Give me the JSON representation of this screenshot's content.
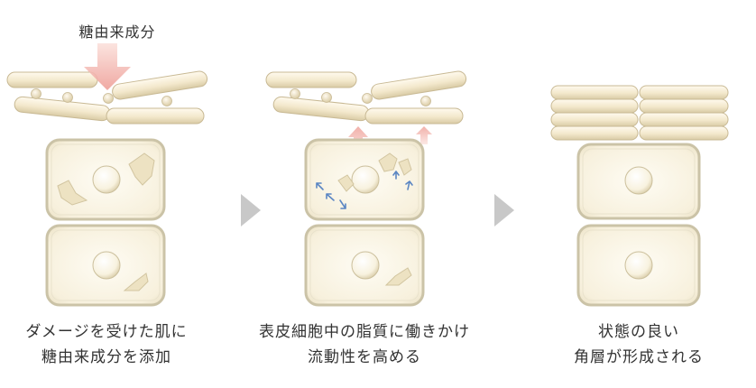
{
  "top_label": "糖由来成分",
  "panels": [
    {
      "caption_line1": "ダメージを受けた肌に",
      "caption_line2": "糖由来成分を添加"
    },
    {
      "caption_line1": "表皮細胞中の脂質に働きかけ",
      "caption_line2": "流動性を高める"
    },
    {
      "caption_line1": "状態の良い",
      "caption_line2": "角層が形成される"
    }
  ],
  "colors": {
    "cell_fill": "#fbf7ea",
    "cell_border": "#cbc3a7",
    "layer_fill": "#f6edd3",
    "pink_arrow": "#f2b4ae",
    "blue_arrow": "#5b86c3",
    "step_arrow": "#c8c8c8"
  }
}
